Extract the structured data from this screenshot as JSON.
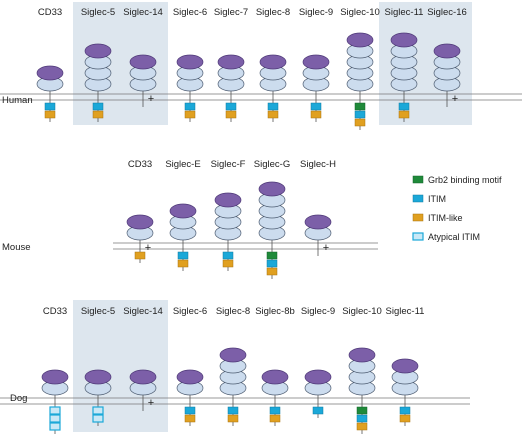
{
  "colors": {
    "highlight": "#dde6ee",
    "membrane": "#777777",
    "ig_light": "#ccdcee",
    "ig_stroke": "#4e5d72",
    "vdomain": "#7c5fa8",
    "vdomain_stroke": "#4f3a78",
    "grb2": "#1f8a3a",
    "itim": "#1ba8d8",
    "itim_like": "#e0a020",
    "atypical_fill": "#c9e8f6",
    "atypical_stroke": "#1ba8d8"
  },
  "legend": [
    {
      "label": "Grb2 binding motif",
      "kind": "grb2"
    },
    {
      "label": "ITIM",
      "kind": "itim"
    },
    {
      "label": "ITIM-like",
      "kind": "itim_like"
    },
    {
      "label": "Atypical ITIM",
      "kind": "atypical"
    }
  ],
  "panels": [
    {
      "species": "Human",
      "siglecs": [
        {
          "name": "CD33",
          "ig": 2,
          "motifs": [
            "itim",
            "itim_like"
          ],
          "plus": false,
          "highlight": false
        },
        {
          "name": "Siglec-5",
          "ig": 4,
          "motifs": [
            "itim",
            "itim_like"
          ],
          "plus": false,
          "highlight": true
        },
        {
          "name": "Siglec-14",
          "ig": 3,
          "motifs": [],
          "plus": true,
          "highlight": true
        },
        {
          "name": "Siglec-6",
          "ig": 3,
          "motifs": [
            "itim",
            "itim_like"
          ],
          "plus": false,
          "highlight": false
        },
        {
          "name": "Siglec-7",
          "ig": 3,
          "motifs": [
            "itim",
            "itim_like"
          ],
          "plus": false,
          "highlight": false
        },
        {
          "name": "Siglec-8",
          "ig": 3,
          "motifs": [
            "itim",
            "itim_like"
          ],
          "plus": false,
          "highlight": false
        },
        {
          "name": "Siglec-9",
          "ig": 3,
          "motifs": [
            "itim",
            "itim_like"
          ],
          "plus": false,
          "highlight": false
        },
        {
          "name": "Siglec-10",
          "ig": 5,
          "motifs": [
            "grb2",
            "itim",
            "itim_like"
          ],
          "plus": false,
          "highlight": false
        },
        {
          "name": "Siglec-11",
          "ig": 5,
          "motifs": [
            "itim",
            "itim_like"
          ],
          "plus": false,
          "highlight": true
        },
        {
          "name": "Siglec-16",
          "ig": 4,
          "motifs": [],
          "plus": true,
          "highlight": true
        }
      ]
    },
    {
      "species": "Mouse",
      "siglecs": [
        {
          "name": "CD33",
          "ig": 2,
          "motifs": [
            "itim_like"
          ],
          "plus": true,
          "highlight": false
        },
        {
          "name": "Siglec-E",
          "ig": 3,
          "motifs": [
            "itim",
            "itim_like"
          ],
          "plus": false,
          "highlight": false
        },
        {
          "name": "Siglec-F",
          "ig": 4,
          "motifs": [
            "itim",
            "itim_like"
          ],
          "plus": false,
          "highlight": false
        },
        {
          "name": "Siglec-G",
          "ig": 5,
          "motifs": [
            "grb2",
            "itim",
            "itim_like"
          ],
          "plus": false,
          "highlight": false
        },
        {
          "name": "Siglec-H",
          "ig": 2,
          "motifs": [],
          "plus": true,
          "highlight": false
        }
      ]
    },
    {
      "species": "Dog",
      "siglecs": [
        {
          "name": "CD33",
          "ig": 2,
          "motifs": [
            "atypical",
            "atypical",
            "atypical"
          ],
          "plus": false,
          "highlight": false
        },
        {
          "name": "Siglec-5",
          "ig": 2,
          "motifs": [
            "atypical",
            "atypical"
          ],
          "plus": false,
          "highlight": true
        },
        {
          "name": "Siglec-14",
          "ig": 2,
          "motifs": [],
          "plus": true,
          "highlight": true
        },
        {
          "name": "Siglec-6",
          "ig": 2,
          "motifs": [
            "itim",
            "itim_like"
          ],
          "plus": false,
          "highlight": false
        },
        {
          "name": "Siglec-8",
          "ig": 4,
          "motifs": [
            "itim",
            "itim_like"
          ],
          "plus": false,
          "highlight": false
        },
        {
          "name": "Siglec-8b",
          "ig": 2,
          "motifs": [
            "itim",
            "itim_like"
          ],
          "plus": false,
          "highlight": false
        },
        {
          "name": "Siglec-9",
          "ig": 2,
          "motifs": [
            "itim"
          ],
          "plus": false,
          "highlight": false
        },
        {
          "name": "Siglec-10",
          "ig": 4,
          "motifs": [
            "grb2",
            "itim",
            "itim_like"
          ],
          "plus": false,
          "highlight": false
        },
        {
          "name": "Siglec-11",
          "ig": 3,
          "motifs": [
            "itim",
            "itim_like"
          ],
          "plus": false,
          "highlight": false
        }
      ]
    }
  ]
}
